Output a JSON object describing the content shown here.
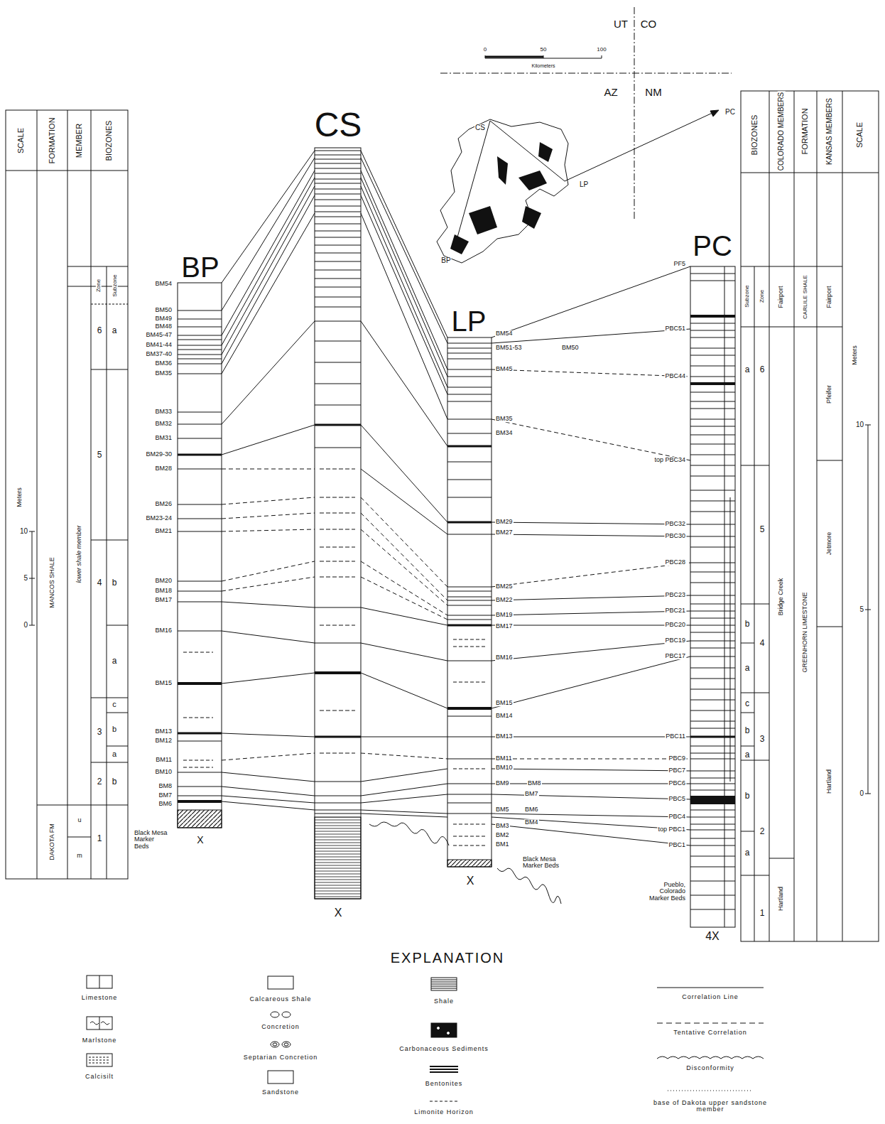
{
  "diagram": {
    "labels": [
      "SCALE",
      "FORMATION",
      "MEMBER",
      "BIOZONES",
      "Zone",
      "Subzone",
      "6",
      "a",
      "5",
      "4",
      "b",
      "a",
      "3",
      "c",
      "b",
      "a",
      "2",
      "b",
      "1",
      "MANCOS SHALE",
      "lower shale member",
      "DAKOTA FM",
      "u",
      "m",
      "Meters",
      "10",
      "5",
      "0",
      "BM54",
      "BM50",
      "BM49",
      "BM48",
      "BM45-47",
      "BM41-44",
      "BM37-40",
      "BM36",
      "BM35",
      "BM33",
      "BM32",
      "BM31",
      "BM29-30",
      "BM28",
      "BM26",
      "BM23-24",
      "BM21",
      "BM20",
      "BM18",
      "BM17",
      "BM16",
      "BM15",
      "BM13",
      "BM12",
      "BM11",
      "BM10",
      "BM8",
      "BM7",
      "BM6",
      "Black Mesa Marker Beds",
      "BP",
      "X",
      "CS",
      "X",
      "BM54",
      "BM51-53",
      "BM50",
      "BM45",
      "BM35",
      "BM34",
      "BM29",
      "BM27",
      "BM25",
      "BM22",
      "BM19",
      "BM17",
      "BM16",
      "BM15",
      "BM14",
      "BM13",
      "BM11",
      "BM10",
      "BM9",
      "BM8",
      "BM7",
      "BM5",
      "BM6",
      "BM3",
      "BM4",
      "BM2",
      "BM1",
      "Black Mesa Marker Beds",
      "LP",
      "X",
      "PF5",
      "PBC51",
      "PBC44",
      "top PBC34",
      "PBC32",
      "PBC30",
      "PBC28",
      "PBC23",
      "PBC21",
      "PBC20",
      "PBC19",
      "PBC17",
      "PBC11",
      "PBC9",
      "PBC7",
      "PBC6",
      "PBC5",
      "PBC4",
      "top PBC1",
      "PBC1",
      "Pueblo, Colorado Marker Beds",
      "PC",
      "4X",
      "BIOZONES",
      "COLORADO MEMBERS",
      "FORMATION",
      "KANSAS MEMBERS",
      "SCALE",
      "Subzone",
      "Zone",
      "a",
      "6",
      "5",
      "b",
      "4",
      "a",
      "c",
      "b",
      "3",
      "a",
      "b",
      "2",
      "a",
      "1",
      "Fairport",
      "Bridge Creek",
      "Hartland",
      "CARLILE SHALE",
      "GREENHORN LIMESTONE",
      "Fairport",
      "Pfeifer",
      "Jetmore",
      "Hartland",
      "Meters",
      "10",
      "5",
      "0",
      "UT",
      "CO",
      "AZ",
      "NM",
      "0",
      "50",
      "100",
      "Kilometers",
      "CS",
      "LP",
      "BP",
      "PC",
      "EXPLANATION"
    ],
    "legend": [
      {
        "text": "Limestone"
      },
      {
        "text": "Marlstone"
      },
      {
        "text": "Calcisilt"
      },
      {
        "text": "Calcareous Shale"
      },
      {
        "text": "Concretion"
      },
      {
        "text": "Septarian Concretion"
      },
      {
        "text": "Sandstone"
      },
      {
        "text": "Shale"
      },
      {
        "text": "Carbonaceous Sediments"
      },
      {
        "text": "Bentonites"
      },
      {
        "text": "Limonite Horizon"
      },
      {
        "text": "Correlation Line"
      },
      {
        "text": "Tentative Correlation"
      },
      {
        "text": "Disconformity"
      },
      {
        "text": "base of Dakota upper sandstone member"
      }
    ]
  }
}
